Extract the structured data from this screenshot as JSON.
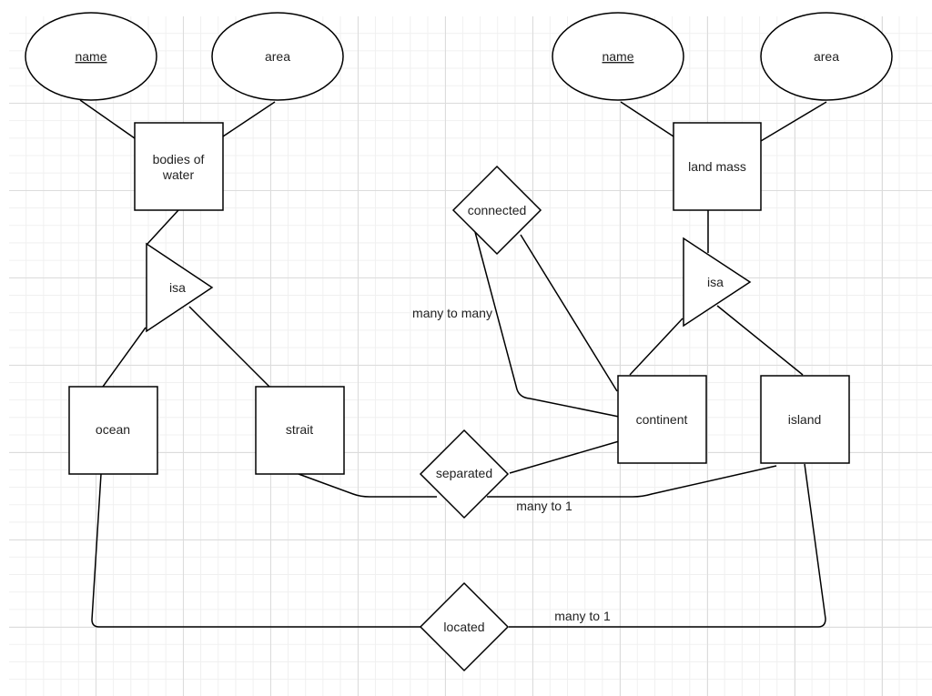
{
  "attributes": {
    "water_name": "name",
    "water_area": "area",
    "land_name": "name",
    "land_area": "area"
  },
  "entities": {
    "bodies_of_water": [
      "bodies of",
      "water"
    ],
    "land_mass": "land mass",
    "ocean": "ocean",
    "strait": "strait",
    "continent": "continent",
    "island": "island"
  },
  "isa": {
    "left": "isa",
    "right": "isa"
  },
  "relationships": {
    "connected": "connected",
    "separated": "separated",
    "located": "located"
  },
  "cardinalities": {
    "connected": "many to many",
    "separated": "many to 1",
    "located": "many to 1"
  }
}
